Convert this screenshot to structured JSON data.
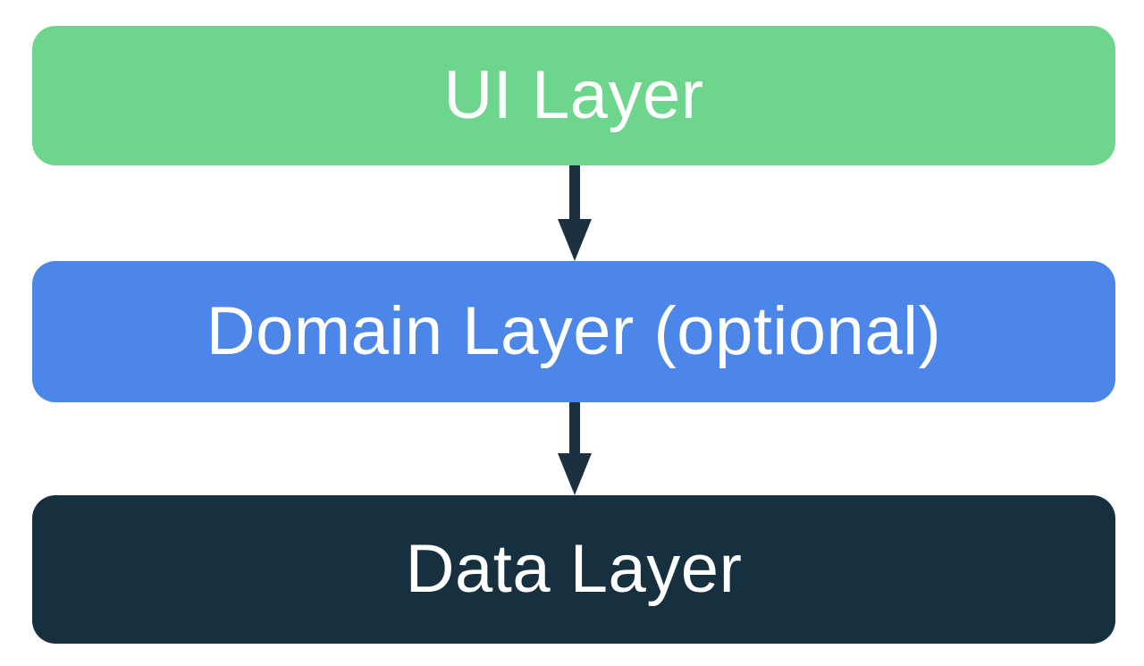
{
  "diagram": {
    "name": "app-architecture-layers",
    "background": "#ffffff",
    "layers": [
      {
        "id": "ui",
        "label": "UI Layer",
        "color": "#6DD58C",
        "text_color": "#ffffff"
      },
      {
        "id": "domain",
        "label": "Domain Layer (optional)",
        "color": "#4C86E8",
        "text_color": "#ffffff"
      },
      {
        "id": "data",
        "label": "Data Layer",
        "color": "#17303F",
        "text_color": "#ffffff"
      }
    ],
    "arrows": [
      {
        "from": "ui",
        "to": "domain",
        "direction": "down",
        "color": "#1B3142"
      },
      {
        "from": "domain",
        "to": "data",
        "direction": "down",
        "color": "#1B3142"
      }
    ]
  }
}
